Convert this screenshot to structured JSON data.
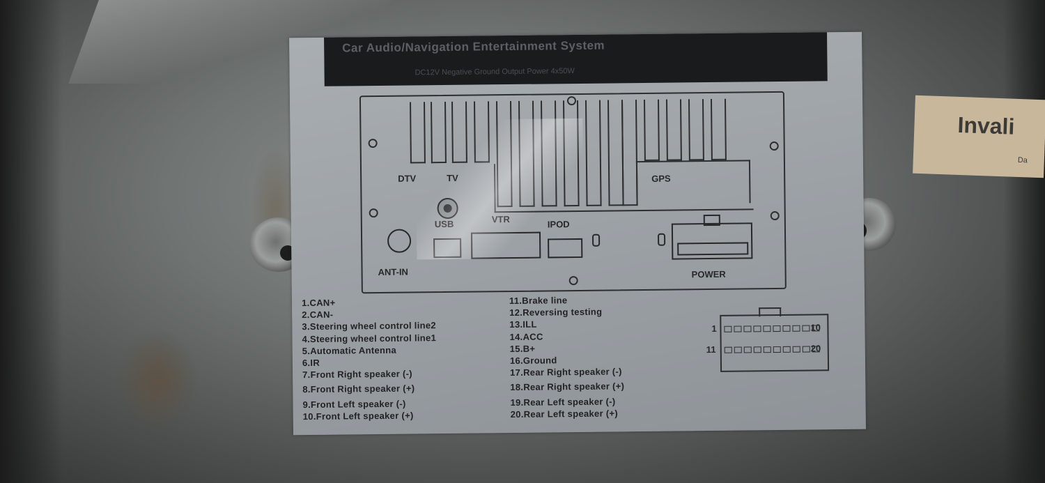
{
  "label": {
    "title": "Car Audio/Navigation Entertainment System",
    "subtitle": "DC12V Negative Ground  Output Power 4x50W"
  },
  "panel": {
    "dtv": "DTV",
    "tv": "TV",
    "usb": "USB",
    "vtr": "VTR",
    "ipod": "IPOD",
    "gps": "GPS",
    "ant_in": "ANT-IN",
    "power": "POWER"
  },
  "pins_left": [
    "1.CAN+",
    "2.CAN-",
    "3.Steering wheel control line2",
    "4.Steering wheel control line1",
    "5.Automatic Antenna",
    "6.IR",
    "7.Front Right speaker (-)",
    "8.Front Right speaker (+)",
    "9.Front Left speaker (-)",
    "10.Front Left speaker (+)"
  ],
  "pins_right": [
    "11.Brake line",
    "12.Reversing testing",
    "13.ILL",
    "14.ACC",
    "15.B+",
    "16.Ground",
    "17.Rear Right speaker (-)",
    "18.Rear Right speaker (+)",
    "19.Rear Left  speaker (-)",
    "20.Rear Left  speaker (+)"
  ],
  "connector": {
    "pin_1": "1",
    "pin_10": "10",
    "pin_11": "11",
    "pin_20": "20"
  },
  "side_sticker": {
    "text": "Invali",
    "small": "Da"
  }
}
